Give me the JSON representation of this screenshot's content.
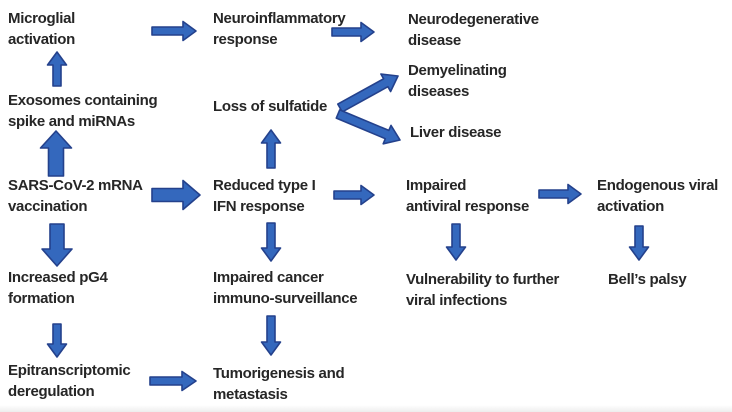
{
  "diagram": {
    "topic": "SARS-CoV-2 mRNA vaccination pathway diagram",
    "colors": {
      "arrow_fill": "#3468BD",
      "arrow_stroke": "#24418C",
      "text": "#262626",
      "background": "#FFFFFF"
    },
    "nodes": [
      {
        "id": "microglial-activation",
        "label": "Microglial\nactivation"
      },
      {
        "id": "neuroinflammatory-response",
        "label": "Neuroinflammatory\nresponse"
      },
      {
        "id": "neurodegenerative-disease",
        "label": "Neurodegenerative\ndisease"
      },
      {
        "id": "exosomes-spike-mirnas",
        "label": "Exosomes containing\nspike and miRNAs"
      },
      {
        "id": "loss-of-sulfatide",
        "label": "Loss of sulfatide"
      },
      {
        "id": "demyelinating-diseases",
        "label": "Demyelinating\ndiseases"
      },
      {
        "id": "liver-disease",
        "label": "Liver disease"
      },
      {
        "id": "sars-cov-2-mrna-vaccination",
        "label": "SARS-CoV-2 mRNA\nvaccination"
      },
      {
        "id": "reduced-type-i-ifn-response",
        "label": "Reduced type I\nIFN response"
      },
      {
        "id": "impaired-antiviral-response",
        "label": "Impaired\nantiviral response"
      },
      {
        "id": "endogenous-viral-activation",
        "label": "Endogenous viral\nactivation"
      },
      {
        "id": "increased-pg4-formation",
        "label": "Increased pG4\nformation"
      },
      {
        "id": "impaired-cancer-immuno-surveillance",
        "label": "Impaired cancer\nimmuno-surveillance"
      },
      {
        "id": "vulnerability-viral-infections",
        "label": "Vulnerability to further\nviral infections"
      },
      {
        "id": "bells-palsy",
        "label": "Bell’s palsy"
      },
      {
        "id": "epitranscriptomic-deregulation",
        "label": "Epitranscriptomic\nderegulation"
      },
      {
        "id": "tumorigenesis-metastasis",
        "label": "Tumorigenesis and\nmetastasis"
      }
    ],
    "edges": [
      {
        "from": "exosomes-spike-mirnas",
        "to": "microglial-activation",
        "style": "normal"
      },
      {
        "from": "microglial-activation",
        "to": "neuroinflammatory-response",
        "style": "normal"
      },
      {
        "from": "neuroinflammatory-response",
        "to": "neurodegenerative-disease",
        "style": "normal"
      },
      {
        "from": "loss-of-sulfatide",
        "to": "demyelinating-diseases",
        "style": "normal"
      },
      {
        "from": "loss-of-sulfatide",
        "to": "liver-disease",
        "style": "normal"
      },
      {
        "from": "reduced-type-i-ifn-response",
        "to": "loss-of-sulfatide",
        "style": "normal"
      },
      {
        "from": "sars-cov-2-mrna-vaccination",
        "to": "exosomes-spike-mirnas",
        "style": "thick"
      },
      {
        "from": "sars-cov-2-mrna-vaccination",
        "to": "reduced-type-i-ifn-response",
        "style": "thick"
      },
      {
        "from": "reduced-type-i-ifn-response",
        "to": "impaired-antiviral-response",
        "style": "normal"
      },
      {
        "from": "impaired-antiviral-response",
        "to": "endogenous-viral-activation",
        "style": "normal"
      },
      {
        "from": "sars-cov-2-mrna-vaccination",
        "to": "increased-pg4-formation",
        "style": "thick"
      },
      {
        "from": "reduced-type-i-ifn-response",
        "to": "impaired-cancer-immuno-surveillance",
        "style": "normal"
      },
      {
        "from": "impaired-antiviral-response",
        "to": "vulnerability-viral-infections",
        "style": "normal"
      },
      {
        "from": "endogenous-viral-activation",
        "to": "bells-palsy",
        "style": "normal"
      },
      {
        "from": "increased-pg4-formation",
        "to": "epitranscriptomic-deregulation",
        "style": "normal"
      },
      {
        "from": "epitranscriptomic-deregulation",
        "to": "tumorigenesis-metastasis",
        "style": "normal"
      },
      {
        "from": "impaired-cancer-immuno-surveillance",
        "to": "tumorigenesis-metastasis",
        "style": "normal"
      }
    ]
  }
}
